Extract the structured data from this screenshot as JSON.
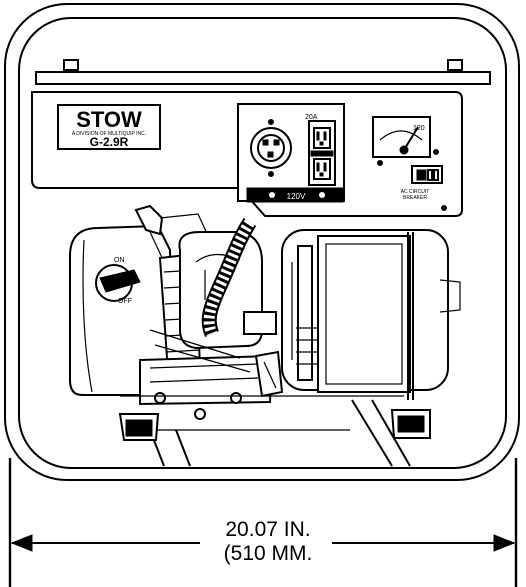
{
  "panel": {
    "brand": "STOW",
    "brand_tagline": "A DIVISION OF MULTIQUIP INC.",
    "model": "G-2.9R",
    "receptacle_rating": "20A",
    "voltage_label": "120V",
    "meter_scale": "120",
    "breaker_label_line1": "AC CIRCUIT",
    "breaker_label_line2": "BREAKER"
  },
  "engine": {
    "switch_on_label": "ON",
    "switch_off_label": "OFF"
  },
  "dimension": {
    "line1": "20.07 IN.",
    "line2": "(510 MM."
  }
}
